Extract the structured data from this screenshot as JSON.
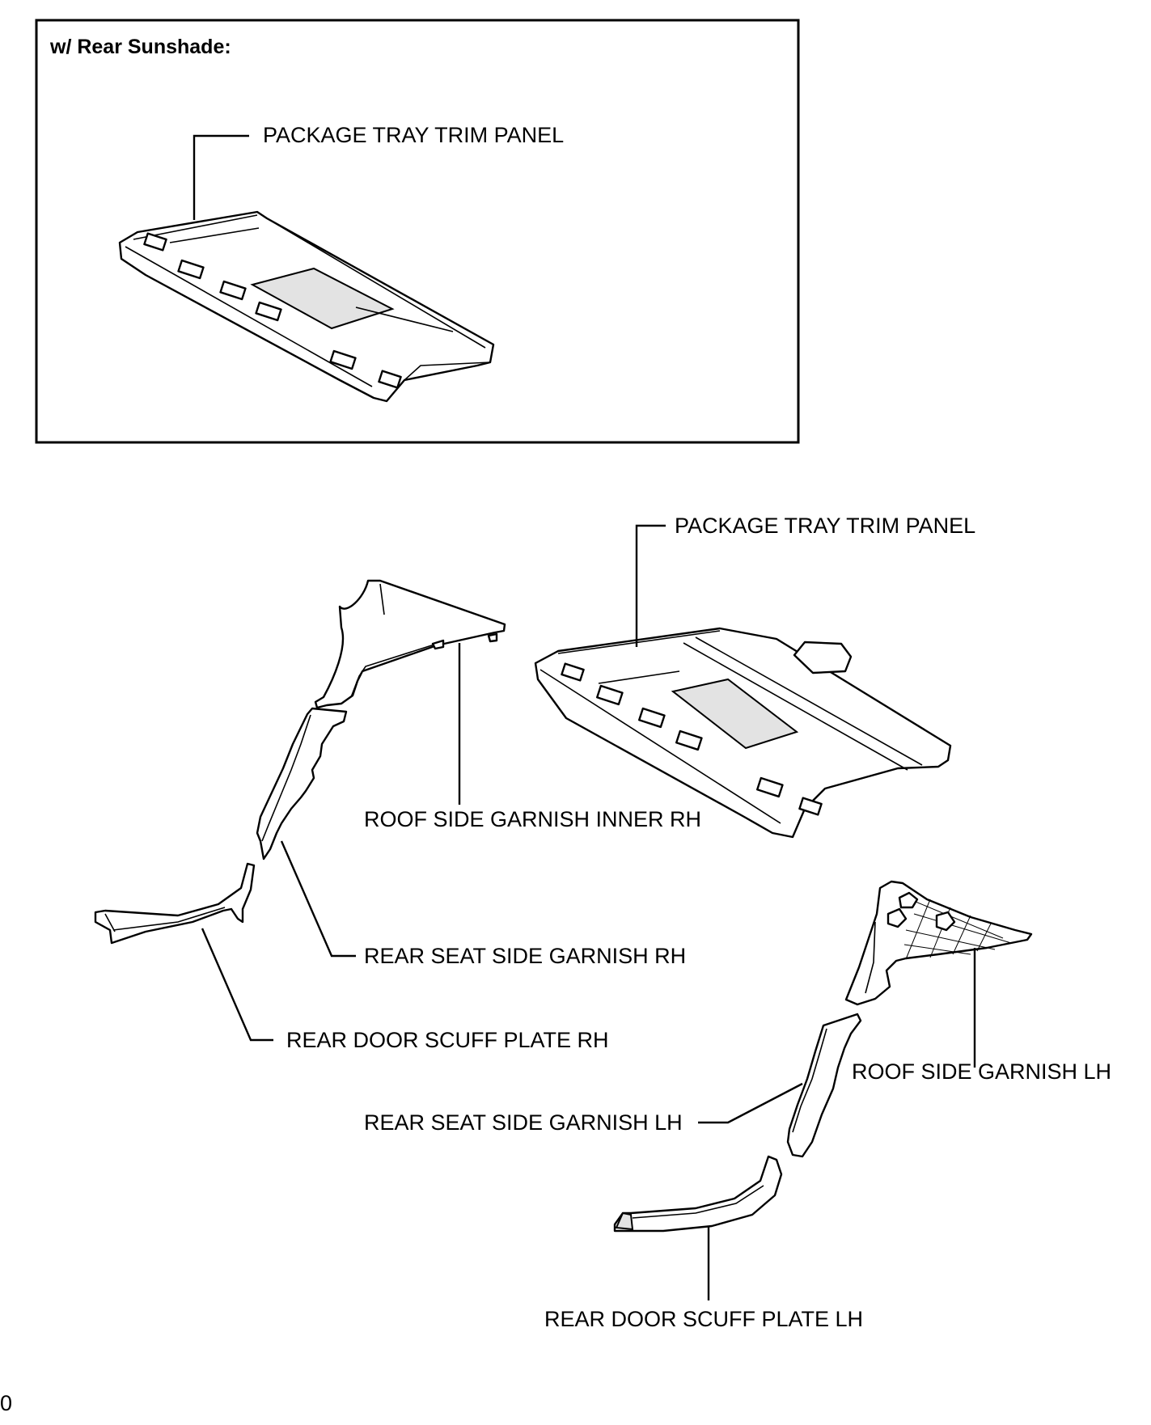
{
  "inset": {
    "heading": "w/ Rear Sunshade:",
    "package_tray_label": "PACKAGE TRAY TRIM PANEL"
  },
  "main": {
    "package_tray_label": "PACKAGE TRAY TRIM PANEL",
    "roof_side_garnish_inner_rh": "ROOF SIDE  GARNISH INNER RH",
    "rear_seat_side_garnish_rh": "REAR SEAT SIDE GARNISH RH",
    "rear_door_scuff_plate_rh": "REAR DOOR SCUFF PLATE RH",
    "roof_side_garnish_lh": "ROOF SIDE GARNISH LH",
    "rear_seat_side_garnish_lh": "REAR SEAT SIDE GARNISH LH",
    "rear_door_scuff_plate_lh": "REAR DOOR SCUFF PLATE LH"
  },
  "footer": {
    "figure_code": "0"
  }
}
